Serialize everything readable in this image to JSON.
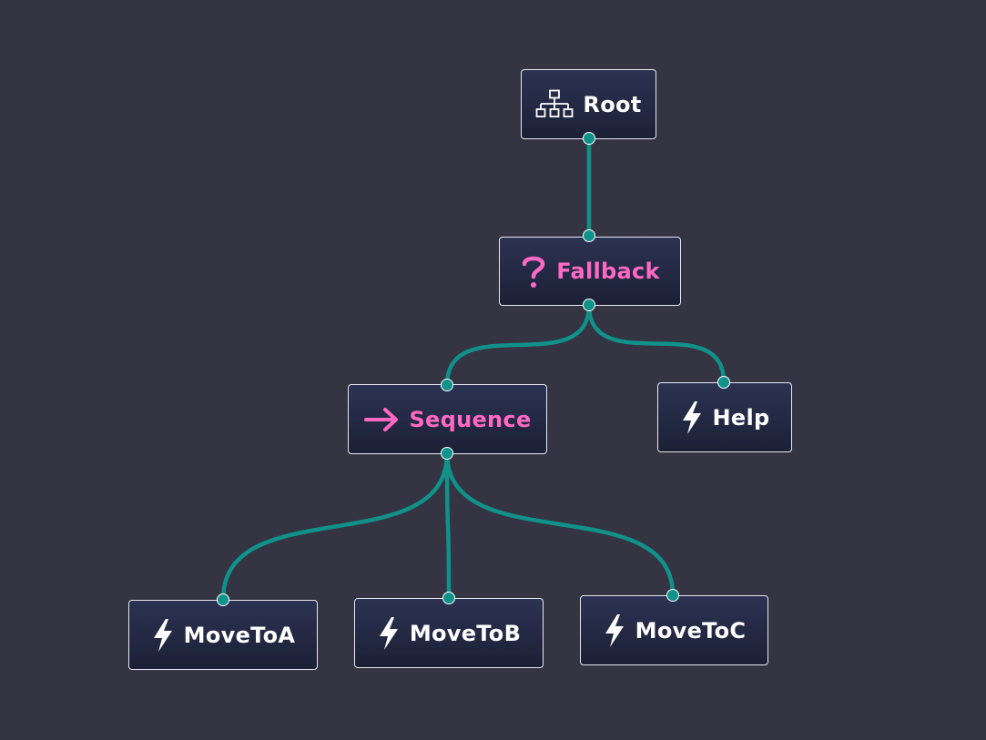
{
  "colors": {
    "background": "#343442",
    "edge": "#10918a",
    "port": "#10918a",
    "control_label": "#ff69c4",
    "action_label": "#ffffff"
  },
  "nodes": {
    "root": {
      "label": "Root",
      "icon": "tree-icon"
    },
    "fallback": {
      "label": "Fallback",
      "icon": "question-icon"
    },
    "sequence": {
      "label": "Sequence",
      "icon": "arrow-right-icon"
    },
    "help": {
      "label": "Help",
      "icon": "lightning-icon"
    },
    "movetoa": {
      "label": "MoveToA",
      "icon": "lightning-icon"
    },
    "movetob": {
      "label": "MoveToB",
      "icon": "lightning-icon"
    },
    "movetoc": {
      "label": "MoveToC",
      "icon": "lightning-icon"
    }
  },
  "edges": [
    {
      "from": "root",
      "to": "fallback"
    },
    {
      "from": "fallback",
      "to": "sequence"
    },
    {
      "from": "fallback",
      "to": "help"
    },
    {
      "from": "sequence",
      "to": "movetoa"
    },
    {
      "from": "sequence",
      "to": "movetob"
    },
    {
      "from": "sequence",
      "to": "movetoc"
    }
  ]
}
